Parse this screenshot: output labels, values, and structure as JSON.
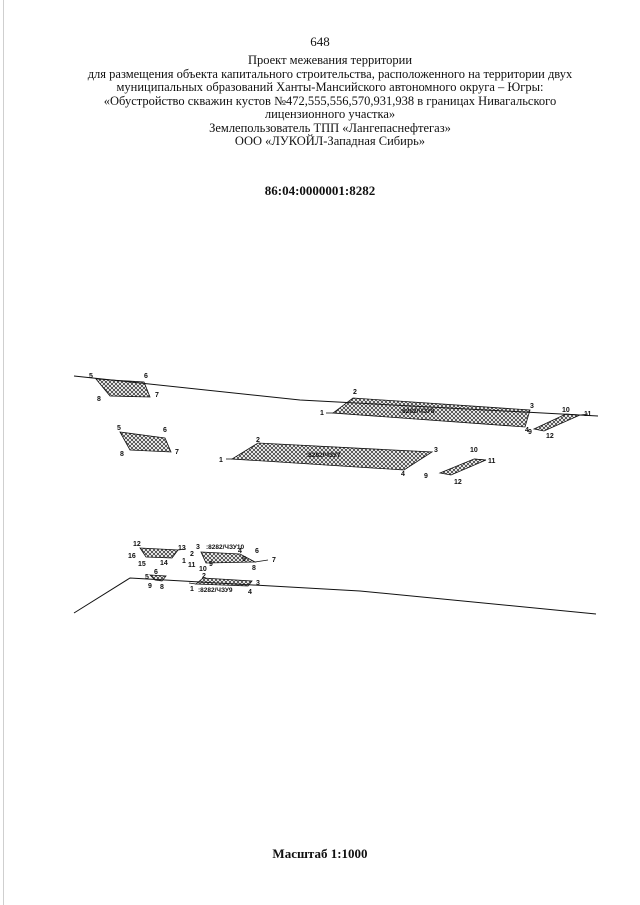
{
  "page_number": "648",
  "header": {
    "lines": [
      "Проект межевания территории",
      "для размещения объекта капитального строительства, расположенного на территории двух",
      "муниципальных образований Ханты-Мансийского автономного округа – Югры:",
      "«Обустройство скважин кустов №472,555,556,570,931,938 в границах Нивагальского",
      "лицензионного участка»",
      "Землепользователь ТПП «Лангепаснефтегаз»",
      "ООО «ЛУКОЙЛ-Западная Сибирь»"
    ]
  },
  "cadastral_number": "86:04:0000001:8282",
  "map": {
    "upper_group": {
      "vertex_labels": [
        "5",
        "6",
        "8",
        "7",
        "2",
        "3",
        "1",
        "4",
        "10",
        "11",
        "9",
        "12",
        "5",
        "6",
        "8",
        "7",
        "2",
        "3",
        "1",
        "4",
        "10",
        "11",
        "9",
        "12"
      ],
      "plot_labels": [
        ":8282/ЧЗУ8",
        ":8282/ЧЗУ7"
      ]
    },
    "lower_group": {
      "vertex_labels": [
        "12",
        "13",
        "16",
        "14",
        "15",
        "3",
        "2",
        "1",
        "11",
        "10",
        "9",
        "4",
        "5",
        "6",
        "7",
        "8",
        "5",
        "6",
        "9",
        "8",
        "2",
        "3",
        "1",
        "4"
      ],
      "plot_labels": [
        ":8282/ЧЗУ10",
        ":8282/ЧЗУ9"
      ]
    }
  },
  "scale": "Масштаб 1:1000"
}
